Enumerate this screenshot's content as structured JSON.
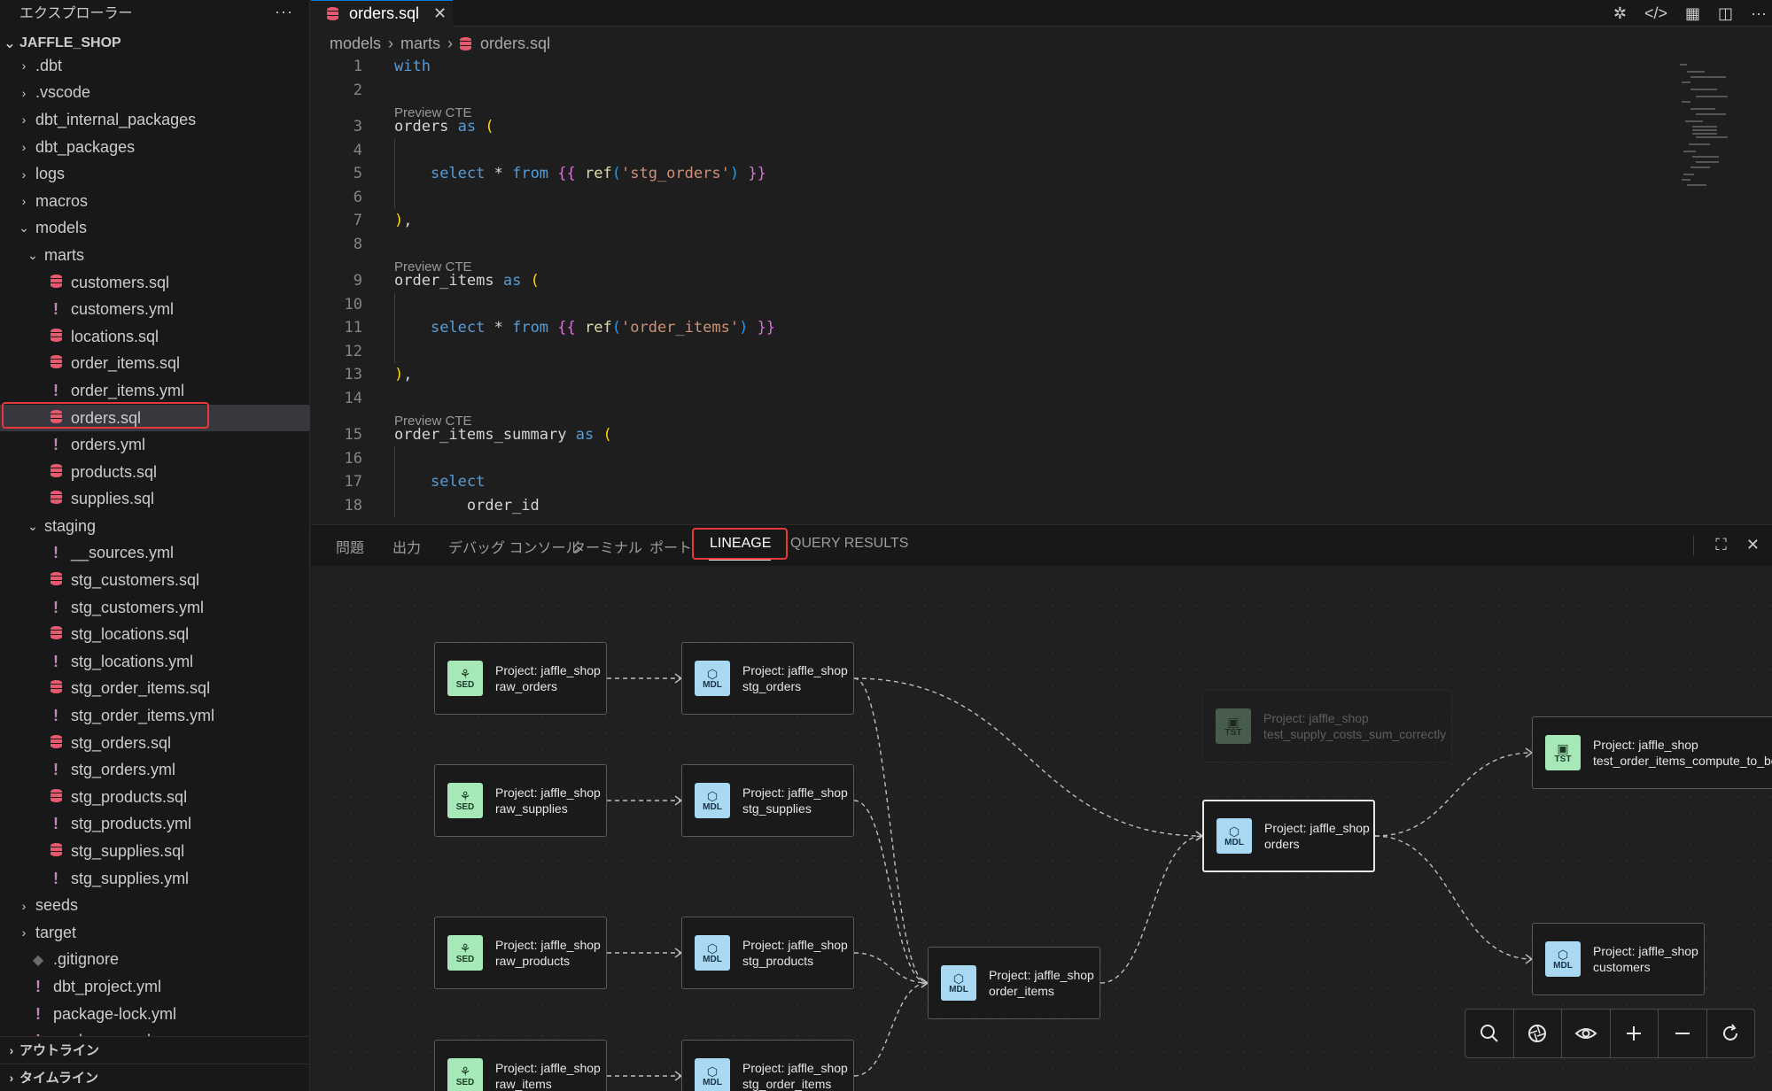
{
  "sidebar": {
    "header": "エクスプローラー",
    "more": "···",
    "root": "JAFFLE_SHOP",
    "items": [
      {
        "label": ".dbt",
        "type": "folder",
        "depth": 0,
        "open": false
      },
      {
        "label": ".vscode",
        "type": "folder",
        "depth": 0,
        "open": false
      },
      {
        "label": "dbt_internal_packages",
        "type": "folder",
        "depth": 0,
        "open": false
      },
      {
        "label": "dbt_packages",
        "type": "folder",
        "depth": 0,
        "open": false
      },
      {
        "label": "logs",
        "type": "folder",
        "depth": 0,
        "open": false
      },
      {
        "label": "macros",
        "type": "folder",
        "depth": 0,
        "open": false
      },
      {
        "label": "models",
        "type": "folder",
        "depth": 0,
        "open": true
      },
      {
        "label": "marts",
        "type": "folder",
        "depth": 1,
        "open": true
      },
      {
        "label": "customers.sql",
        "type": "sql",
        "depth": 2
      },
      {
        "label": "customers.yml",
        "type": "yml",
        "depth": 2
      },
      {
        "label": "locations.sql",
        "type": "sql",
        "depth": 2
      },
      {
        "label": "order_items.sql",
        "type": "sql",
        "depth": 2
      },
      {
        "label": "order_items.yml",
        "type": "yml",
        "depth": 2
      },
      {
        "label": "orders.sql",
        "type": "sql",
        "depth": 2,
        "selected": true
      },
      {
        "label": "orders.yml",
        "type": "yml",
        "depth": 2
      },
      {
        "label": "products.sql",
        "type": "sql",
        "depth": 2
      },
      {
        "label": "supplies.sql",
        "type": "sql",
        "depth": 2
      },
      {
        "label": "staging",
        "type": "folder",
        "depth": 1,
        "open": true
      },
      {
        "label": "__sources.yml",
        "type": "yml",
        "depth": 2
      },
      {
        "label": "stg_customers.sql",
        "type": "sql",
        "depth": 2
      },
      {
        "label": "stg_customers.yml",
        "type": "yml",
        "depth": 2
      },
      {
        "label": "stg_locations.sql",
        "type": "sql",
        "depth": 2
      },
      {
        "label": "stg_locations.yml",
        "type": "yml",
        "depth": 2
      },
      {
        "label": "stg_order_items.sql",
        "type": "sql",
        "depth": 2
      },
      {
        "label": "stg_order_items.yml",
        "type": "yml",
        "depth": 2
      },
      {
        "label": "stg_orders.sql",
        "type": "sql",
        "depth": 2
      },
      {
        "label": "stg_orders.yml",
        "type": "yml",
        "depth": 2
      },
      {
        "label": "stg_products.sql",
        "type": "sql",
        "depth": 2
      },
      {
        "label": "stg_products.yml",
        "type": "yml",
        "depth": 2
      },
      {
        "label": "stg_supplies.sql",
        "type": "sql",
        "depth": 2
      },
      {
        "label": "stg_supplies.yml",
        "type": "yml",
        "depth": 2
      },
      {
        "label": "seeds",
        "type": "folder",
        "depth": 0,
        "open": false
      },
      {
        "label": "target",
        "type": "folder",
        "depth": 0,
        "open": false
      },
      {
        "label": ".gitignore",
        "type": "git",
        "depth": 0
      },
      {
        "label": "dbt_project.yml",
        "type": "yml",
        "depth": 0
      },
      {
        "label": "package-lock.yml",
        "type": "yml",
        "depth": 0
      },
      {
        "label": "packages.yml",
        "type": "yml",
        "depth": 0
      }
    ],
    "outline": "アウトライン",
    "timeline": "タイムライン"
  },
  "editor": {
    "tab_label": "orders.sql",
    "tab_close": "✕",
    "breadcrumb": [
      "models",
      "marts",
      "orders.sql"
    ],
    "breadcrumb_sep": "›",
    "lens_label": "Preview CTE",
    "lines": [
      {
        "n": "1",
        "kind": "with"
      },
      {
        "n": "2",
        "kind": "blank"
      },
      {
        "n": "3",
        "kind": "cte",
        "name": "orders",
        "lens": true
      },
      {
        "n": "4",
        "kind": "blank"
      },
      {
        "n": "5",
        "kind": "select_ref",
        "ref": "'stg_orders'"
      },
      {
        "n": "6",
        "kind": "blank"
      },
      {
        "n": "7",
        "kind": "close"
      },
      {
        "n": "8",
        "kind": "blank"
      },
      {
        "n": "9",
        "kind": "cte",
        "name": "order_items",
        "lens": true
      },
      {
        "n": "10",
        "kind": "blank"
      },
      {
        "n": "11",
        "kind": "select_ref",
        "ref": "'order_items'"
      },
      {
        "n": "12",
        "kind": "blank"
      },
      {
        "n": "13",
        "kind": "close"
      },
      {
        "n": "14",
        "kind": "blank"
      },
      {
        "n": "15",
        "kind": "cte",
        "name": "order_items_summary",
        "lens": true
      },
      {
        "n": "16",
        "kind": "blank"
      },
      {
        "n": "17",
        "kind": "select"
      },
      {
        "n": "18",
        "kind": "partial",
        "text": "order_id"
      }
    ]
  },
  "panel": {
    "tabs": [
      "問題",
      "出力",
      "デバッグ コンソール",
      "ターミナル",
      "ポート",
      "LINEAGE",
      "QUERY RESULTS"
    ],
    "active_tab": "LINEAGE",
    "maximize": "⛶",
    "close": "✕"
  },
  "lineage": {
    "nodes": [
      {
        "id": "raw_orders",
        "kind": "SED",
        "project": "Project: jaffle_shop",
        "name": "raw_orders"
      },
      {
        "id": "stg_orders",
        "kind": "MDL",
        "project": "Project: jaffle_shop",
        "name": "stg_orders"
      },
      {
        "id": "raw_supplies",
        "kind": "SED",
        "project": "Project: jaffle_shop",
        "name": "raw_supplies"
      },
      {
        "id": "stg_supplies",
        "kind": "MDL",
        "project": "Project: jaffle_shop",
        "name": "stg_supplies"
      },
      {
        "id": "raw_products",
        "kind": "SED",
        "project": "Project: jaffle_shop",
        "name": "raw_products"
      },
      {
        "id": "stg_products",
        "kind": "MDL",
        "project": "Project: jaffle_shop",
        "name": "stg_products"
      },
      {
        "id": "raw_items",
        "kind": "SED",
        "project": "Project: jaffle_shop",
        "name": "raw_items"
      },
      {
        "id": "stg_order_items",
        "kind": "MDL",
        "project": "Project: jaffle_shop",
        "name": "stg_order_items"
      },
      {
        "id": "order_items",
        "kind": "MDL",
        "project": "Project: jaffle_shop",
        "name": "order_items"
      },
      {
        "id": "test_supply",
        "kind": "TST",
        "project": "Project: jaffle_shop",
        "name": "test_supply_costs_sum_correctly"
      },
      {
        "id": "orders",
        "kind": "MDL",
        "project": "Project: jaffle_shop",
        "name": "orders"
      },
      {
        "id": "test_order_items",
        "kind": "TST",
        "project": "Project: jaffle_shop",
        "name": "test_order_items_compute_to_bo"
      },
      {
        "id": "customers",
        "kind": "MDL",
        "project": "Project: jaffle_shop",
        "name": "customers"
      }
    ],
    "controls": [
      "search-icon",
      "aperture-icon",
      "eye-icon",
      "zoom-in-icon",
      "zoom-out-icon",
      "refresh-icon"
    ],
    "colors": {
      "seed": "#a6e8b7",
      "model": "#a8d8f2",
      "highlight": "#e5393b"
    }
  }
}
